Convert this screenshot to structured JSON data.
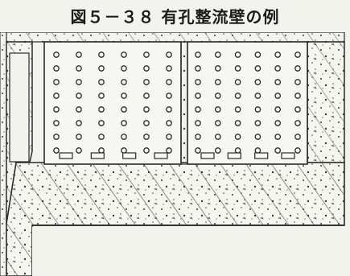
{
  "figure": {
    "title": "図５－３８ 有孔整流壁の例"
  },
  "colors": {
    "background": "#f3f3ee",
    "line": "#2a2a2a",
    "concrete_fill": "#f6f6ef",
    "hatch": "#3a3a3a"
  },
  "diagram": {
    "components": [
      "perforated-baffle-wall-left",
      "perforated-baffle-wall-right",
      "concrete-slab",
      "left-column",
      "right-column",
      "central-pier"
    ],
    "perforated_panels": {
      "count": 2,
      "hole_columns_per_panel": 6,
      "hole_rows": 8,
      "bottom_slots_per_panel": 4
    },
    "icons": [
      "hole-icon",
      "slot-icon",
      "concrete-hatch-icon"
    ]
  }
}
